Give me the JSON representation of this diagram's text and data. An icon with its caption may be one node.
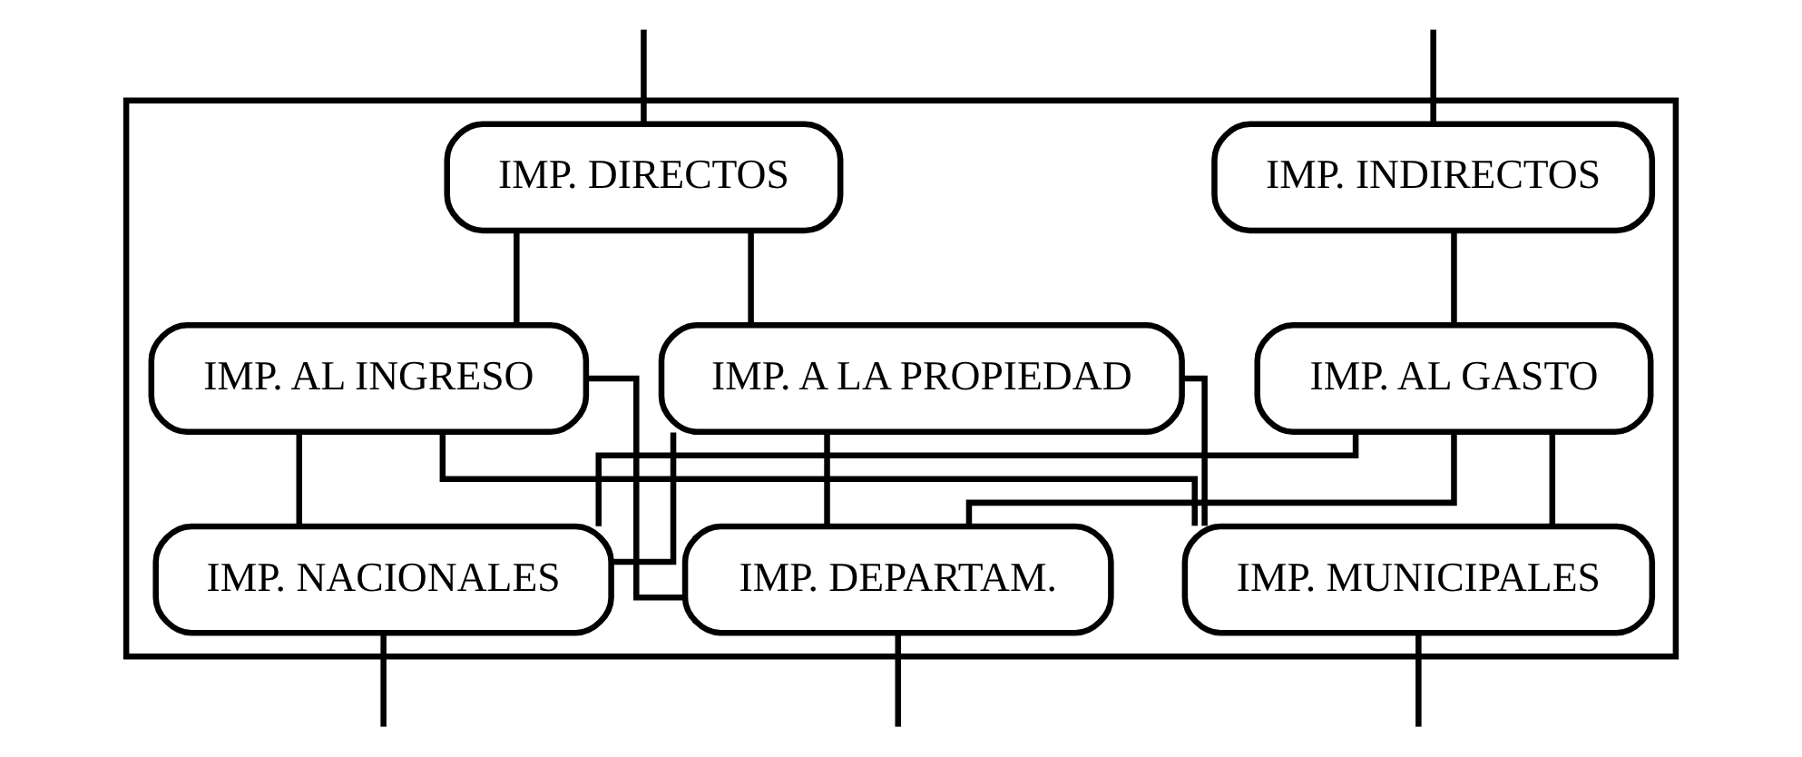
{
  "diagram": {
    "nodes": [
      {
        "text": [],
        "shape": "box"
      },
      {
        "text": [
          "IMP. DIRECTOS"
        ],
        "in": 0
      },
      {
        "text": [
          "IMP. INDIRECTOS"
        ],
        "in": 0
      },
      {
        "text": [
          "IMP. AL INGRESO"
        ],
        "in": 0
      },
      {
        "text": [
          "IMP. A LA PROPIEDAD"
        ],
        "in": 0
      },
      {
        "text": [
          "IMP. AL GASTO"
        ],
        "in": 0
      },
      {
        "text": [
          "IMP. NACIONALES"
        ],
        "in": 0
      },
      {
        "text": [
          "IMP. DEPARTAM."
        ],
        "in": 0
      },
      {
        "text": [
          "IMP. MUNICIPALES"
        ],
        "in": 0
      }
    ],
    "edges": [
      {
        "from": null,
        "to": 1,
        "arrow": "none"
      },
      {
        "from": null,
        "to": 2,
        "arrow": "none"
      },
      {
        "from": 1,
        "to": 3,
        "arrow": "none"
      },
      {
        "from": 1,
        "to": 4,
        "arrow": "none"
      },
      {
        "from": 2,
        "to": 5,
        "arrow": "none"
      },
      {
        "from": 3,
        "to": 6,
        "arrow": "none"
      },
      {
        "from": 3,
        "to": 7,
        "arrow": "none"
      },
      {
        "from": 3,
        "to": 8,
        "arrow": "none"
      },
      {
        "from": 4,
        "to": 6,
        "arrow": "none"
      },
      {
        "from": 4,
        "to": 7,
        "arrow": "none"
      },
      {
        "from": 4,
        "to": 8,
        "arrow": "none"
      },
      {
        "from": 5,
        "to": 6,
        "arrow": "none"
      },
      {
        "from": 5,
        "to": 7,
        "arrow": "none"
      },
      {
        "from": 5,
        "to": 8,
        "arrow": "none"
      },
      {
        "from": 6,
        "to": null,
        "arrow": "none"
      },
      {
        "from": 7,
        "to": null,
        "arrow": "none"
      },
      {
        "from": 8,
        "to": null,
        "arrow": "none"
      }
    ]
  }
}
